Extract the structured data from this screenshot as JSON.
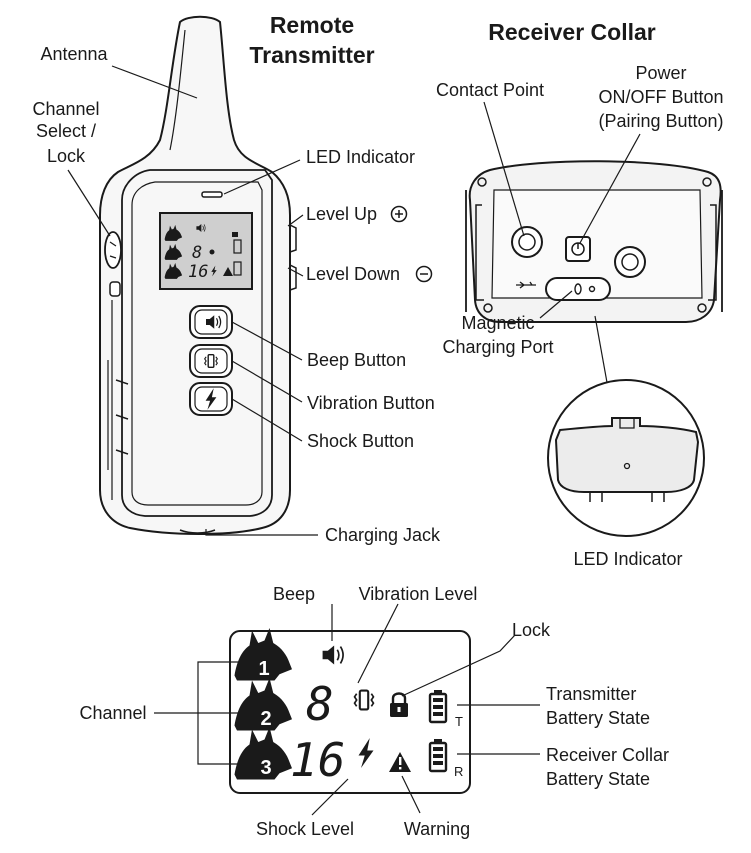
{
  "headings": {
    "transmitter_line1": "Remote",
    "transmitter_line2": "Transmitter",
    "receiver": "Receiver Collar"
  },
  "transmitter_labels": {
    "antenna": "Antenna",
    "channel_line1": "Channel",
    "channel_line2": "Select /",
    "channel_line3": "Lock",
    "led_indicator": "LED Indicator",
    "level_up": "Level Up",
    "level_down": "Level Down",
    "beep_button": "Beep Button",
    "vibration_button": "Vibration Button",
    "shock_button": "Shock Button",
    "charging_jack": "Charging Jack"
  },
  "receiver_labels": {
    "contact_point": "Contact Point",
    "power_line1": "Power",
    "power_line2": "ON/OFF Button",
    "power_line3": "(Pairing Button)",
    "magnetic_line1": "Magnetic",
    "magnetic_line2": "Charging Port",
    "led_indicator": "LED Indicator"
  },
  "display_labels": {
    "beep": "Beep",
    "vibration_level": "Vibration Level",
    "lock": "Lock",
    "channel": "Channel",
    "transmitter_battery_line1": "Transmitter",
    "transmitter_battery_line2": "Battery State",
    "receiver_battery_line1": "Receiver Collar",
    "receiver_battery_line2": "Battery State",
    "shock_level": "Shock Level",
    "warning": "Warning"
  },
  "lcd": {
    "channels": [
      "1",
      "2",
      "3"
    ],
    "vibration_value": "8",
    "shock_value": "16",
    "transmitter_mark": "T",
    "receiver_mark": "R"
  },
  "colors": {
    "ink": "#1a1a1a",
    "lcd_small": "#cfcfcf",
    "body": "#f6f6f6",
    "collar": "#ededed"
  }
}
